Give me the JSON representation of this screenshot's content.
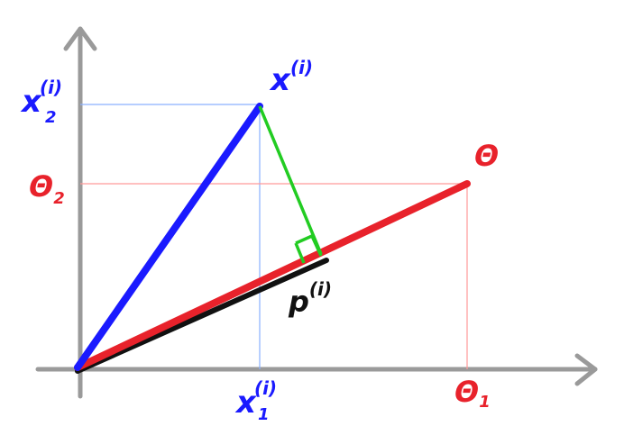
{
  "diagram": {
    "vector_x": {
      "name": "x",
      "superscript": "(i)"
    },
    "x2_tick": {
      "name": "x",
      "subscript": "2",
      "superscript": "(i)"
    },
    "x1_tick": {
      "name": "x",
      "subscript": "1",
      "superscript": "(i)"
    },
    "theta": {
      "name": "Θ"
    },
    "theta2_tick": {
      "name": "Θ",
      "subscript": "2"
    },
    "theta1_tick": {
      "name": "Θ",
      "subscript": "1"
    },
    "projection": {
      "name": "p",
      "superscript": "(i)"
    },
    "colors": {
      "axis": "#9a9a9a",
      "vector_x": "#1a1aff",
      "vector_theta": "#e8222b",
      "perpendicular": "#22cc22",
      "projection": "#111111",
      "guide_blue": "#8ab0ff",
      "guide_red": "#ff9a9a"
    }
  }
}
